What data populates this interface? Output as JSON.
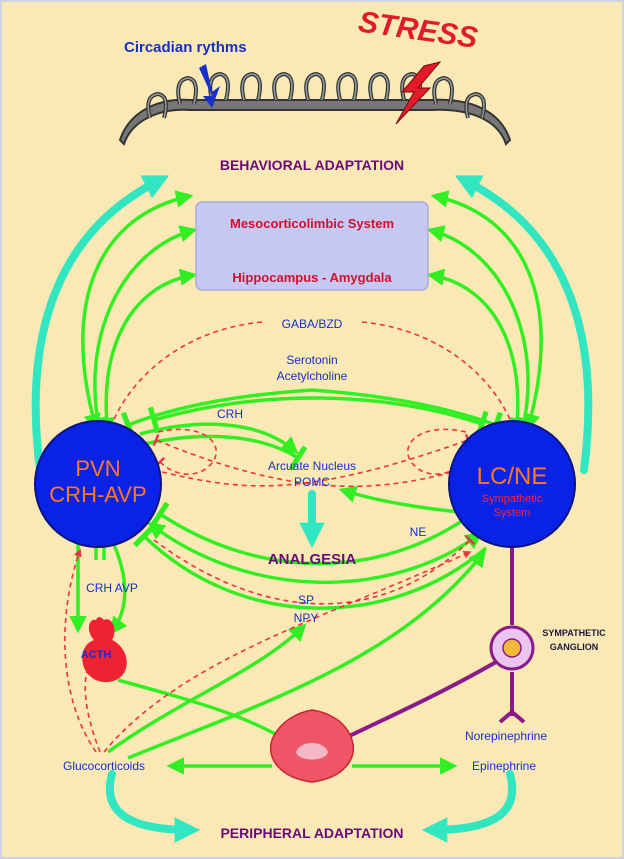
{
  "colors": {
    "background": "#fbe9b5",
    "frame": "#cfd3e3",
    "excitatory": "#33ee22",
    "inhibitory": "#ee3344",
    "major_flow": "#33e6c2",
    "node_fill": "#0a22e6",
    "node_text": "#ff7722",
    "title_text": "#6a0a78",
    "label_blue": "#1630c9",
    "label_red": "#d0102c",
    "cortex": "#555555",
    "adrenal": "#ee5566",
    "ganglion_line": "#8a1a8a"
  },
  "header": {
    "circadian": "Circadian rythms",
    "stress": "STRESS",
    "behavioral": "BEHAVIORAL ADAPTATION"
  },
  "center_box": {
    "top": "Mesocorticolimbic System",
    "bottom": "Hippocampus - Amygdala"
  },
  "pathways": {
    "gaba": "GABA/BZD",
    "serotonin": "Serotonin",
    "acetylcholine": "Acetylcholine",
    "crh": "CRH",
    "arcuate": "Arcuate Nucleus",
    "pomc": "POMC",
    "ne": "NE",
    "analgesia": "ANALGESIA",
    "sp": "SP",
    "npy": "NPY",
    "crh_avp": "CRH AVP"
  },
  "nodes": {
    "pvn_line1": "PVN",
    "pvn_line2": "CRH-AVP",
    "lc_line1": "LC/NE",
    "lc_line2": "Sympathetic",
    "lc_line3": "System"
  },
  "pituitary": {
    "label": "ACTH"
  },
  "ganglion": {
    "line1": "SYMPATHETIC",
    "line2": "GANGLION"
  },
  "periphery": {
    "norepinephrine": "Norepinephrine",
    "glucocorticoids": "Glucocorticoids",
    "epinephrine": "Epinephrine",
    "peripheral": "PERIPHERAL ADAPTATION"
  }
}
